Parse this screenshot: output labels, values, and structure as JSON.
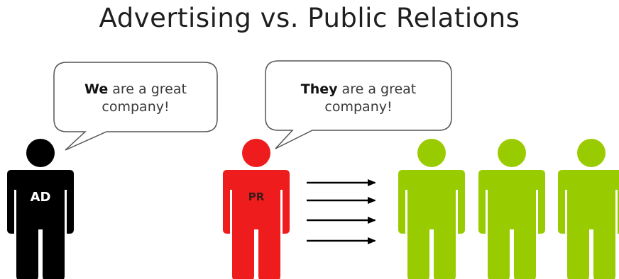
{
  "title": "Advertising vs. Public Relations",
  "advertising": {
    "bubble_bold": "We",
    "bubble_rest_line1": " are a great",
    "bubble_line2": "company!",
    "figure_label": "AD"
  },
  "public_relations": {
    "bubble_bold": "They",
    "bubble_rest_line1": " are a great",
    "bubble_line2": "company!",
    "figure_label": "PR"
  },
  "colors": {
    "ad_figure": "#000000",
    "pr_figure": "#ee1c1c",
    "audience": "#99cc00",
    "arrow": "#000000",
    "bubble_border": "#555555"
  },
  "audience_count": 3,
  "arrow_count": 4
}
